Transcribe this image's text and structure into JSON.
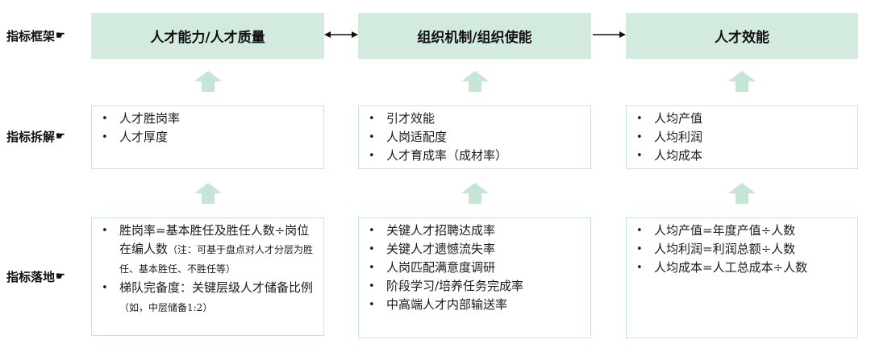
{
  "row_labels": {
    "framework": "指标框架",
    "decompose": "指标拆解",
    "implement": "指标落地",
    "hand_glyph": "☛"
  },
  "columns": [
    {
      "header": "人才能力/人才质量",
      "decompose_items": [
        "人才胜岗率",
        "人才厚度"
      ],
      "implement_items": [
        {
          "text": "胜岗率=基本胜任及胜任人数÷岗位在编人数",
          "note": "（注：可基于盘点对人才分层为胜任、基本胜任、不胜任等）"
        },
        {
          "text": "梯队完备度：关键层级人才储备比例",
          "note": " （如，中层储备1:2）"
        }
      ]
    },
    {
      "header": "组织机制/组织使能",
      "decompose_items": [
        "引才效能",
        "人岗适配度",
        "人才育成率（成材率）"
      ],
      "implement_items": [
        {
          "text": "关键人才招聘达成率"
        },
        {
          "text": "关键人才遗憾流失率"
        },
        {
          "text": "人岗匹配满意度调研"
        },
        {
          "text": "阶段学习/培养任务完成率"
        },
        {
          "text": "中高端人才内部输送率"
        }
      ]
    },
    {
      "header": "人才效能",
      "decompose_items": [
        "人均产值",
        "人均利润",
        "人均成本"
      ],
      "implement_items": [
        {
          "text": "人均产值=年度产值÷人数"
        },
        {
          "text": "人均利润=利润总额÷人数"
        },
        {
          "text": "人均成本=人工总成本÷人数"
        }
      ]
    }
  ],
  "colors": {
    "header_fill": "#d3ebdf",
    "box_border": "#c9e4d6",
    "up_arrow": "#c6e6d5",
    "connector": "#111111"
  }
}
